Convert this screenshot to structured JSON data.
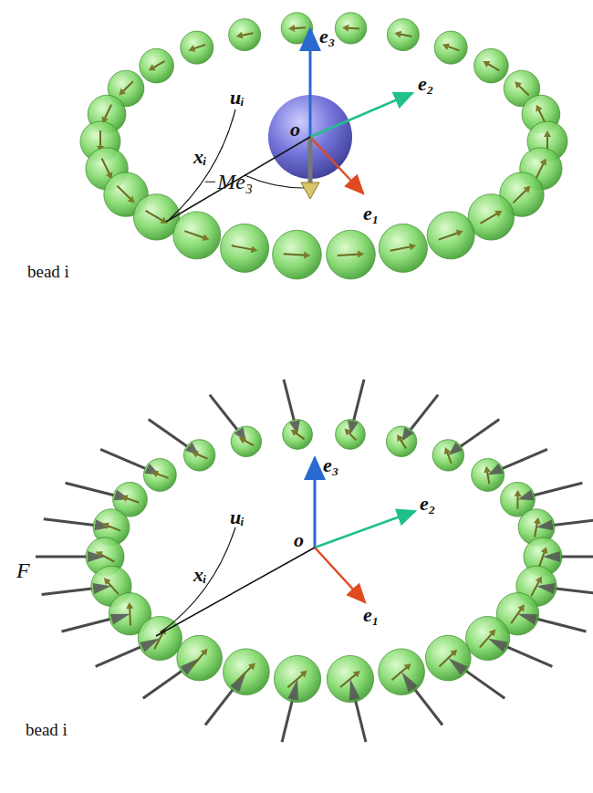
{
  "diagram": {
    "labels": [
      "uᵢ",
      "xᵢ",
      "bead i",
      "o",
      "e₃",
      "e₂",
      "e₁",
      "−Me₃",
      "uᵢ",
      "xᵢ",
      "bead i",
      "e₃",
      "e₂",
      "o",
      "e₁",
      "F"
    ]
  }
}
